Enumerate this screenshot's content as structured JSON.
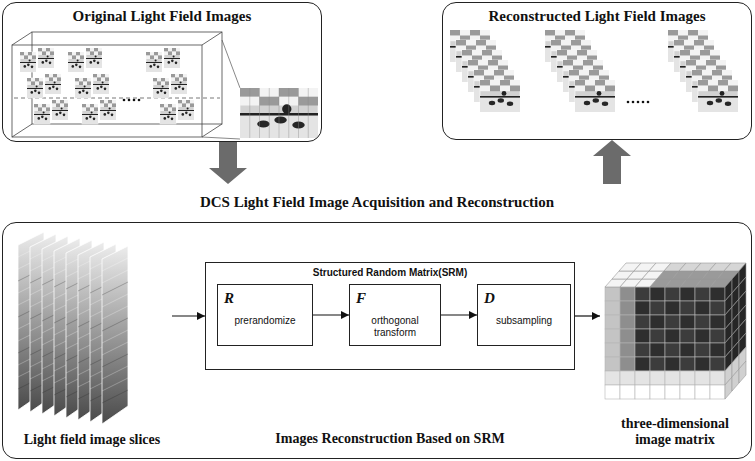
{
  "diagram": {
    "nodes": [
      {
        "text": [
          "Original Light Field Images"
        ]
      },
      {
        "text": [
          "Reconstructed Light Field Images"
        ]
      },
      {
        "text": [
          "DCS Light Field Image Acquisition and Reconstruction"
        ]
      },
      {
        "text": [
          "Light field image slices"
        ],
        "in": 2
      },
      {
        "text": [
          "Structured Random Matrix(SRM)"
        ],
        "in": 2
      },
      {
        "text": [
          "R",
          "prerandomize"
        ],
        "in": 4
      },
      {
        "text": [
          "F",
          "orthogonal transform"
        ],
        "in": 4
      },
      {
        "text": [
          "D",
          "subsampling"
        ],
        "in": 4
      },
      {
        "text": [
          "three-dimensional image matrix"
        ],
        "in": 2
      }
    ],
    "edges": [
      {
        "from": 0,
        "to": 2,
        "arrow": "to"
      },
      {
        "from": 2,
        "to": 1,
        "arrow": "to"
      },
      {
        "from": 3,
        "to": 4,
        "arrow": "to"
      },
      {
        "from": 5,
        "to": 6,
        "arrow": "to"
      },
      {
        "from": 6,
        "to": 7,
        "arrow": "to"
      },
      {
        "from": 4,
        "to": 8,
        "arrow": "to"
      }
    ],
    "labels": [
      "Images Reconstruction Based on SRM"
    ]
  }
}
